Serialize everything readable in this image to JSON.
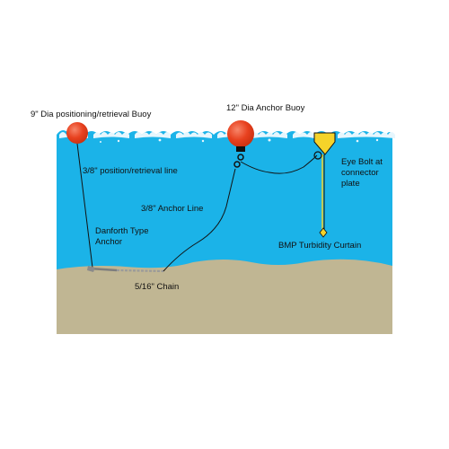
{
  "labels": {
    "positioning_buoy": "9\" Dia positioning/retrieval Buoy",
    "anchor_buoy": "12\" Dia Anchor Buoy",
    "position_line": "3/8\" position/retrieval line",
    "anchor_line": "3/8\" Anchor Line",
    "danforth_line1": "Danforth Type",
    "danforth_line2": "Anchor",
    "chain": "5/16\" Chain",
    "eye_bolt_line1": "Eye Bolt at",
    "eye_bolt_line2": "connector",
    "eye_bolt_line3": "plate",
    "curtain": "BMP Turbidity Curtain"
  },
  "colors": {
    "water": "#1bb3e8",
    "water_foam": "#e6f6fd",
    "seabed": "#c0b693",
    "buoy": "#e8411f",
    "buoy_highlight": "#f7866a",
    "curtain": "#f5d32a",
    "line": "#111111",
    "anchor": "#8a8a8a"
  },
  "icons": {
    "positioning_buoy": "sphere-buoy-icon",
    "anchor_buoy": "sphere-buoy-icon",
    "anchor": "danforth-anchor-icon",
    "curtain_float": "curtain-float-icon",
    "eye_bolt": "ring-icon"
  }
}
